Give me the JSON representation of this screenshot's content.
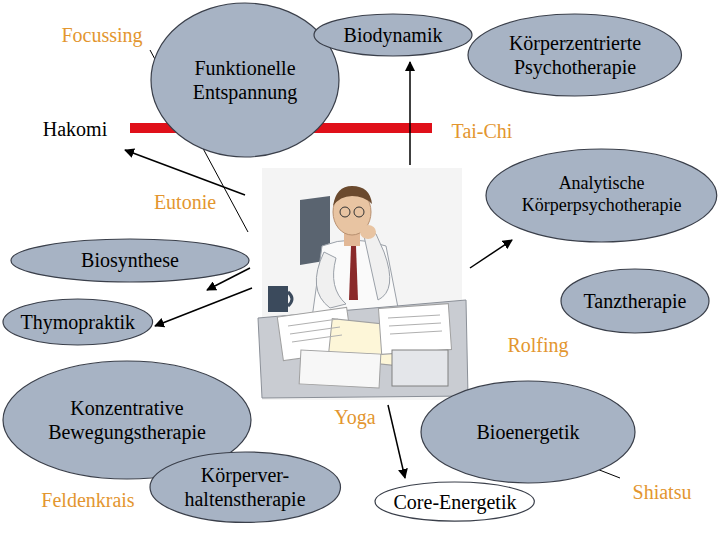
{
  "diagram": {
    "nodes": [
      {
        "text": [
          "Funktionelle Entspannung"
        ]
      },
      {
        "text": [
          "Biodynamik"
        ]
      },
      {
        "text": [
          "Körperzentrierte Psychotherapie"
        ]
      },
      {
        "text": [
          "Analytische Körperpsychotherapie"
        ]
      },
      {
        "text": [
          "Biosynthese"
        ]
      },
      {
        "text": [
          "Tanztherapie"
        ]
      },
      {
        "text": [
          "Thymopraktik"
        ]
      },
      {
        "text": [
          "Konzentrative Bewegungstherapie"
        ]
      },
      {
        "text": [
          "Körperver- haltenstherapie"
        ]
      },
      {
        "text": [
          "Bioenergetik"
        ]
      },
      {
        "text": [
          "Core-Energetik"
        ]
      }
    ],
    "labels": [
      "Focussing",
      "Hakomi",
      "Tai-Chi",
      "Eutonie",
      "Rolfing",
      "Yoga",
      "Feldenkrais",
      "Shiatsu"
    ]
  }
}
